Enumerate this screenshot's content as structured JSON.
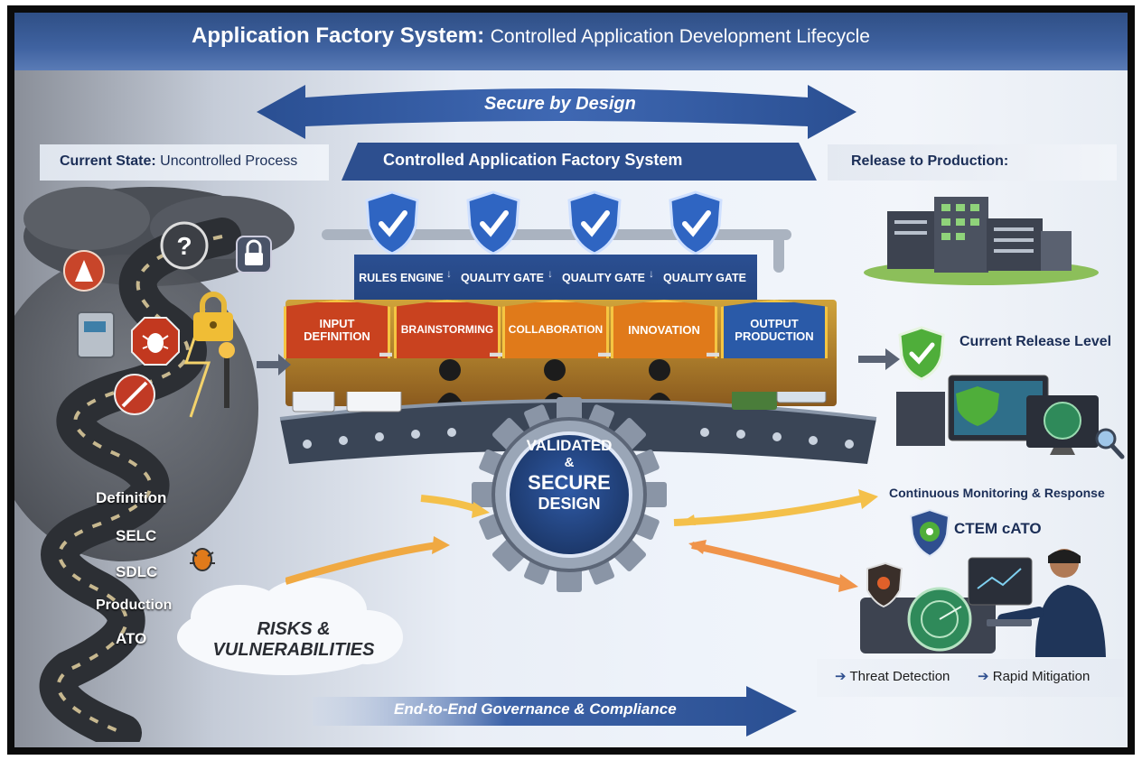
{
  "header": {
    "title_main": "Application Factory System:",
    "title_sub": "Controlled Application Development Lifecycle"
  },
  "banners": {
    "secure_by_design": "Secure by Design",
    "governance": "End-to-End Governance & Compliance"
  },
  "left_panel": {
    "current_state_main": "Current State:",
    "current_state_sub": "Uncontrolled Process",
    "steps": [
      "Definition",
      "SELC",
      "SDLC",
      "Production",
      "ATO"
    ],
    "risks": "RISKS & VULNERABILITIES"
  },
  "center_panel": {
    "factory_title": "Controlled Application Factory System",
    "gates": [
      "RULES ENGINE",
      "QUALITY GATE",
      "QUALITY GATE",
      "QUALITY GATE"
    ],
    "stages": [
      "INPUT DEFINITION",
      "BRAINSTORMING",
      "COLLABORATION",
      "INNOVATION",
      "OUTPUT PRODUCTION"
    ],
    "gear_line1": "VALIDATED",
    "gear_line2": "&",
    "gear_line3": "SECURE",
    "gear_line4": "DESIGN"
  },
  "right_panel": {
    "release": "Release to Production:",
    "current_release": "Current Release Level",
    "monitoring": "Continuous Monitoring & Response",
    "ctem": "CTEM cATO",
    "threat_detection": "Threat Detection",
    "rapid_mitigation": "Rapid Mitigation"
  },
  "colors": {
    "navy": "#1f3d73",
    "accent_blue": "#2f5da8",
    "gold": "#f5c542",
    "stage_red": "#c9421f",
    "stage_orange": "#e07a1a",
    "stage_blue": "#2a5aa8",
    "shield_blue": "#2f65c2",
    "green": "#4fae3a"
  },
  "icons": [
    "question-icon",
    "padlock-icon",
    "warning-icon",
    "bug-icon",
    "no-entry-icon",
    "shield-check-icon",
    "gear-icon",
    "radar-icon",
    "magnifier-icon",
    "server-icon",
    "person-silhouette-icon",
    "technician-icon"
  ]
}
